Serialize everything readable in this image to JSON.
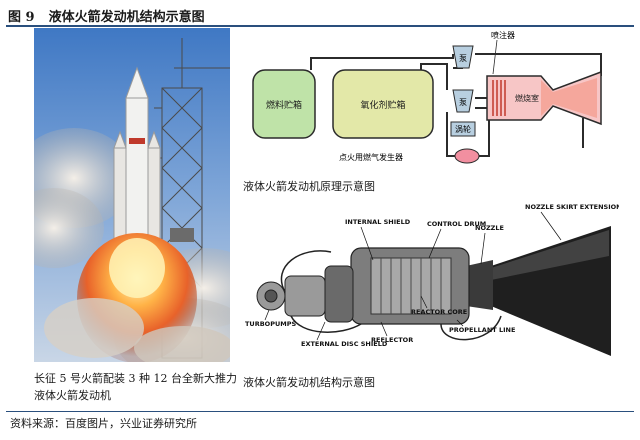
{
  "figure": {
    "number": "图 9",
    "title": "液体火箭发动机结构示意图"
  },
  "photo": {
    "caption_line1": "长征 5 号火箭配装 3 种 12 台全新大推力",
    "caption_line2": "液体火箭发动机"
  },
  "principle_diagram": {
    "caption": "液体火箭发动机原理示意图",
    "labels": {
      "fuel_tank": "燃料贮箱",
      "oxidizer_tank": "氧化剂贮箱",
      "injector": "喷注器",
      "pump_top": "泵",
      "pump_bottom": "泵",
      "turbine": "涡轮",
      "combustion_chamber": "燃烧室",
      "igniter": "点火用燃气发生器"
    }
  },
  "structure_diagram": {
    "caption": "液体火箭发动机结构示意图",
    "labels": {
      "internal_shield": "INTERNAL SHIELD",
      "control_drum": "CONTROL DRUM",
      "nozzle": "NOZZLE",
      "nozzle_skirt": "NOZZLE SKIRT EXTENSION",
      "turbopumps": "TURBOPUMPS",
      "external_disc_shield": "EXTERNAL DISC SHIELD",
      "reflector": "REFLECTOR",
      "reactor_core": "REACTOR CORE",
      "propellant_line": "PROPELLANT LINE"
    }
  },
  "source": "资料来源：百度图片，兴业证券研究所"
}
